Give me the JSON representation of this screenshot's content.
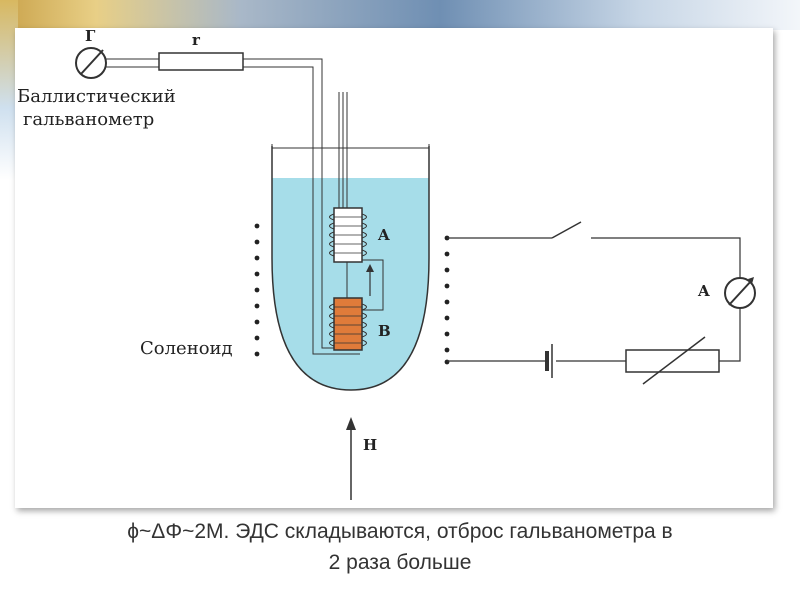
{
  "diagram": {
    "galvanometer_symbol": "Г",
    "resistor_label": "r",
    "galvanometer_caption_line1": "Баллистический",
    "galvanometer_caption_line2": "гальванометр",
    "coil_a_label": "A",
    "coil_b_label": "B",
    "solenoid_label": "Соленоид",
    "field_label": "H",
    "ammeter_label": "A",
    "colors": {
      "liquid": "#a6dde9",
      "coil_b_fill": "#e07b3a",
      "wire": "#333333"
    }
  },
  "caption": {
    "line1": "ϕ~ΔΦ~2M. ЭДС складываются, отброс гальванометра в",
    "line2": "2 раза больше"
  }
}
